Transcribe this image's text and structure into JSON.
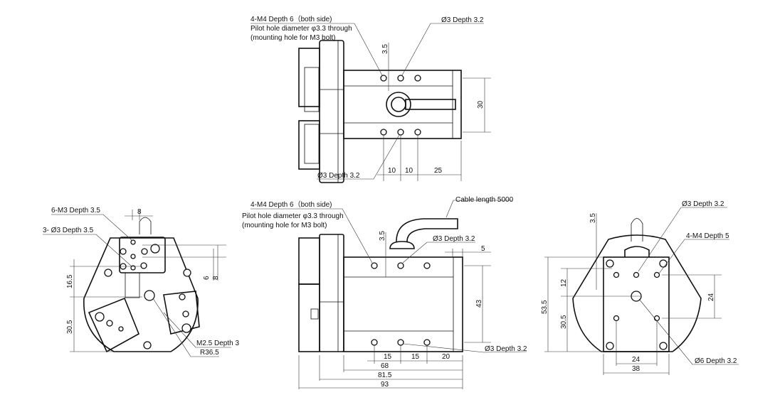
{
  "top_view": {
    "label_m4": "4-M4 Depth 6（both side)",
    "label_pilot": "Pilot hole diameter φ3.3 through",
    "label_mount": "(mounting hole for M3 bolt)",
    "label_hole_top": "Ø3 Depth 3.2",
    "label_hole_bottom": "Ø3 Depth 3.2",
    "dim_3_5": "3.5",
    "dim_30": "30",
    "dim_10a": "10",
    "dim_10b": "10",
    "dim_25": "25"
  },
  "front_view": {
    "label_cable": "Cable length 5000",
    "label_m4": "4-M4 Depth 6（both side)",
    "label_pilot": "Pilot hole diameter φ3.3 through",
    "label_mount": "(mounting hole for M3 bolt)",
    "label_hole_top": "Ø3 Depth 3.2",
    "label_hole_bottom": "Ø3 Depth 3.2",
    "dim_3_5": "3.5",
    "dim_5": "5",
    "dim_43": "43",
    "dim_15a": "15",
    "dim_15b": "15",
    "dim_20": "20",
    "dim_68": "68",
    "dim_81_5": "81.5",
    "dim_93": "93"
  },
  "left_view": {
    "label_m3": "6-M3 Depth 3.5",
    "label_phi3": "3- Ø3 Depth 3.5",
    "label_m2_5": "M2.5 Depth 3",
    "label_r": "R36.5",
    "dim_8_top": "8",
    "dim_6": "6",
    "dim_8_side": "8",
    "dim_16_5": "16.5",
    "dim_30_5": "30.5"
  },
  "right_view": {
    "label_phi3": "Ø3 Depth 3.2",
    "label_m4": "4-M4 Depth 5",
    "label_phi6": "Ø6 Depth 3.2",
    "dim_3_5": "3.5",
    "dim_12": "12",
    "dim_53_5": "53.5",
    "dim_30_5": "30.5",
    "dim_24_side": "24",
    "dim_24_bottom": "24",
    "dim_38": "38"
  }
}
